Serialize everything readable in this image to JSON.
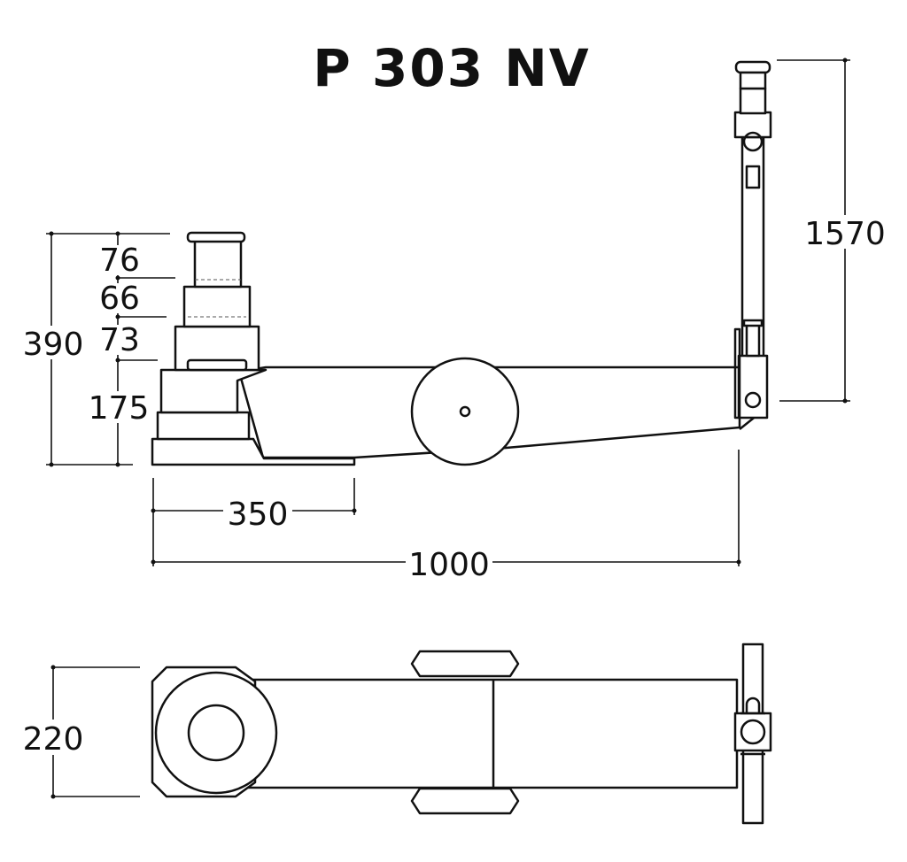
{
  "title": "P 303 NV",
  "dimensions": {
    "stage1": "76",
    "stage2": "66",
    "stage3": "73",
    "total_height": "390",
    "body_height": "175",
    "handle_height": "1570",
    "saddle_length": "350",
    "overall_length": "1000",
    "width": "220"
  },
  "colors": {
    "line": "#111111",
    "background": "#ffffff"
  }
}
